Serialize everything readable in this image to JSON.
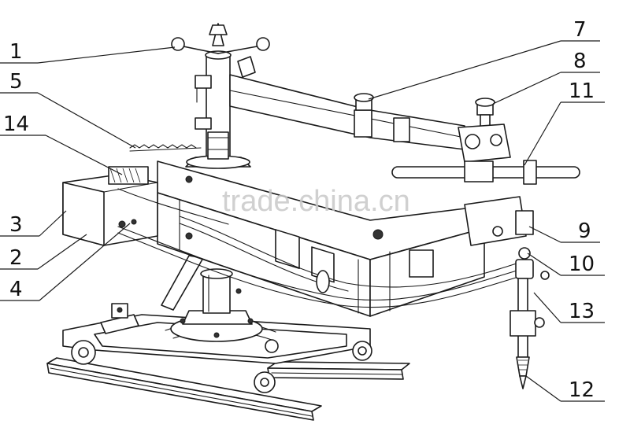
{
  "watermark": "trade.china.cn",
  "labels": {
    "l1": "1",
    "l2": "2",
    "l3": "3",
    "l4": "4",
    "l5": "5",
    "l7": "7",
    "l8": "8",
    "l9": "9",
    "l10": "10",
    "l11": "11",
    "l12": "12",
    "l13": "13",
    "l14": "14"
  }
}
